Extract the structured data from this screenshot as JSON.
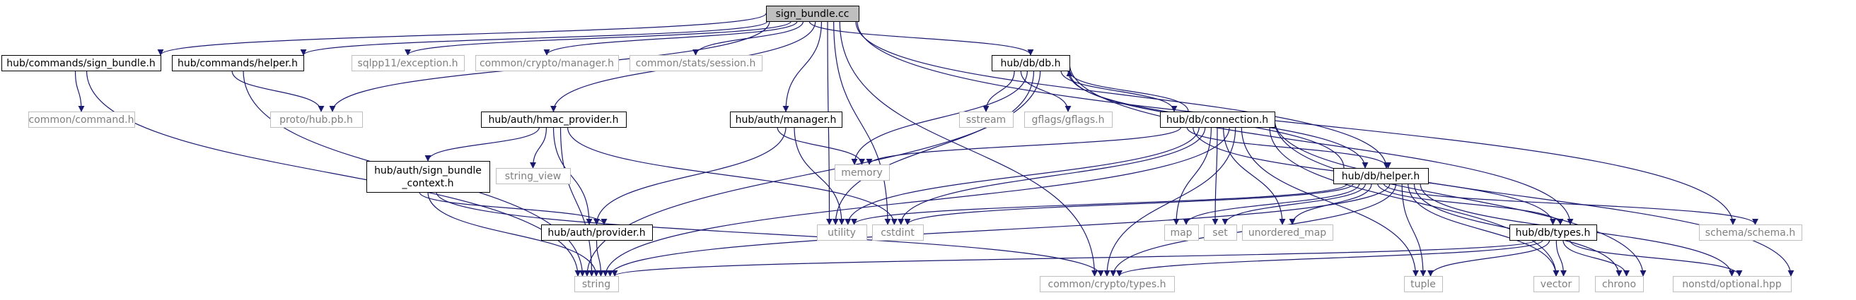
{
  "colors": {
    "edge": "#191970",
    "root_fill": "#bfbfbf",
    "local_border": "#000000",
    "external_border": "#bfbfbf",
    "external_text": "#7f7f7f"
  },
  "nodes": [
    {
      "id": "sign_bundle_cc",
      "lines": [
        "sign_bundle.cc"
      ],
      "kind": "root"
    },
    {
      "id": "hub_commands_sign_bundle_h",
      "lines": [
        "hub/commands/sign_bundle.h"
      ],
      "kind": "local"
    },
    {
      "id": "hub_commands_helper_h",
      "lines": [
        "hub/commands/helper.h"
      ],
      "kind": "local"
    },
    {
      "id": "proto_hub_pb_h",
      "lines": [
        "proto/hub.pb.h"
      ],
      "kind": "external"
    },
    {
      "id": "sqlpp11_exception_h",
      "lines": [
        "sqlpp11/exception.h"
      ],
      "kind": "external"
    },
    {
      "id": "common_crypto_manager_h",
      "lines": [
        "common/crypto/manager.h"
      ],
      "kind": "external"
    },
    {
      "id": "common_stats_session_h",
      "lines": [
        "common/stats/session.h"
      ],
      "kind": "external"
    },
    {
      "id": "hub_db_db_h",
      "lines": [
        "hub/db/db.h"
      ],
      "kind": "local"
    },
    {
      "id": "common_command_h",
      "lines": [
        "common/command.h"
      ],
      "kind": "external"
    },
    {
      "id": "hub_auth_hmac_provider_h",
      "lines": [
        "hub/auth/hmac_provider.h"
      ],
      "kind": "local"
    },
    {
      "id": "hub_auth_manager_h",
      "lines": [
        "hub/auth/manager.h"
      ],
      "kind": "local"
    },
    {
      "id": "sstream",
      "lines": [
        "sstream"
      ],
      "kind": "external"
    },
    {
      "id": "gflags_gflags_h",
      "lines": [
        "gflags/gflags.h"
      ],
      "kind": "external"
    },
    {
      "id": "hub_db_connection_h",
      "lines": [
        "hub/db/connection.h"
      ],
      "kind": "local"
    },
    {
      "id": "memory",
      "lines": [
        "memory"
      ],
      "kind": "external"
    },
    {
      "id": "hub_auth_sign_bundle_context_h",
      "lines": [
        "hub/auth/sign_bundle",
        "_context.h"
      ],
      "kind": "local"
    },
    {
      "id": "string_view",
      "lines": [
        "string_view"
      ],
      "kind": "external"
    },
    {
      "id": "hub_db_helper_h",
      "lines": [
        "hub/db/helper.h"
      ],
      "kind": "local"
    },
    {
      "id": "hub_auth_provider_h",
      "lines": [
        "hub/auth/provider.h"
      ],
      "kind": "local"
    },
    {
      "id": "utility",
      "lines": [
        "utility"
      ],
      "kind": "external"
    },
    {
      "id": "cstdint",
      "lines": [
        "cstdint"
      ],
      "kind": "external"
    },
    {
      "id": "map",
      "lines": [
        "map"
      ],
      "kind": "external"
    },
    {
      "id": "set",
      "lines": [
        "set"
      ],
      "kind": "external"
    },
    {
      "id": "unordered_map",
      "lines": [
        "unordered_map"
      ],
      "kind": "external"
    },
    {
      "id": "hub_db_types_h",
      "lines": [
        "hub/db/types.h"
      ],
      "kind": "local"
    },
    {
      "id": "schema_schema_h",
      "lines": [
        "schema/schema.h"
      ],
      "kind": "external"
    },
    {
      "id": "string",
      "lines": [
        "string"
      ],
      "kind": "external"
    },
    {
      "id": "common_crypto_types_h",
      "lines": [
        "common/crypto/types.h"
      ],
      "kind": "external"
    },
    {
      "id": "tuple",
      "lines": [
        "tuple"
      ],
      "kind": "external"
    },
    {
      "id": "vector",
      "lines": [
        "vector"
      ],
      "kind": "external"
    },
    {
      "id": "chrono",
      "lines": [
        "chrono"
      ],
      "kind": "external"
    },
    {
      "id": "nonstd_optional_hpp",
      "lines": [
        "nonstd/optional.hpp"
      ],
      "kind": "external"
    }
  ],
  "edges": [
    [
      "sign_bundle_cc",
      "hub_commands_sign_bundle_h"
    ],
    [
      "sign_bundle_cc",
      "hub_commands_helper_h"
    ],
    [
      "sign_bundle_cc",
      "proto_hub_pb_h"
    ],
    [
      "sign_bundle_cc",
      "sqlpp11_exception_h"
    ],
    [
      "sign_bundle_cc",
      "common_crypto_manager_h"
    ],
    [
      "sign_bundle_cc",
      "common_stats_session_h"
    ],
    [
      "sign_bundle_cc",
      "hub_db_db_h"
    ],
    [
      "sign_bundle_cc",
      "hub_auth_hmac_provider_h"
    ],
    [
      "sign_bundle_cc",
      "hub_auth_manager_h"
    ],
    [
      "sign_bundle_cc",
      "utility"
    ],
    [
      "sign_bundle_cc",
      "cstdint"
    ],
    [
      "sign_bundle_cc",
      "common_crypto_types_h"
    ],
    [
      "sign_bundle_cc",
      "hub_db_helper_h"
    ],
    [
      "sign_bundle_cc",
      "schema_schema_h"
    ],
    [
      "hub_commands_sign_bundle_h",
      "common_command_h"
    ],
    [
      "hub_commands_sign_bundle_h",
      "string"
    ],
    [
      "hub_commands_helper_h",
      "proto_hub_pb_h"
    ],
    [
      "hub_commands_helper_h",
      "string"
    ],
    [
      "hub_db_db_h",
      "hub_db_connection_h"
    ],
    [
      "hub_db_db_h",
      "sstream"
    ],
    [
      "hub_db_db_h",
      "gflags_gflags_h"
    ],
    [
      "hub_db_db_h",
      "memory"
    ],
    [
      "hub_db_db_h",
      "utility"
    ],
    [
      "hub_db_db_h",
      "string"
    ],
    [
      "hub_db_db_h",
      "hub_db_types_h"
    ],
    [
      "hub_db_db_h",
      "hub_db_helper_h"
    ],
    [
      "hub_auth_hmac_provider_h",
      "hub_auth_sign_bundle_context_h"
    ],
    [
      "hub_auth_hmac_provider_h",
      "string_view"
    ],
    [
      "hub_auth_hmac_provider_h",
      "hub_auth_provider_h"
    ],
    [
      "hub_auth_hmac_provider_h",
      "string"
    ],
    [
      "hub_auth_hmac_provider_h",
      "cstdint"
    ],
    [
      "hub_auth_manager_h",
      "memory"
    ],
    [
      "hub_auth_manager_h",
      "hub_auth_provider_h"
    ],
    [
      "hub_auth_manager_h",
      "utility"
    ],
    [
      "hub_auth_sign_bundle_context_h",
      "hub_auth_provider_h"
    ],
    [
      "hub_auth_sign_bundle_context_h",
      "string"
    ],
    [
      "hub_auth_sign_bundle_context_h",
      "common_crypto_types_h"
    ],
    [
      "hub_auth_provider_h",
      "string"
    ],
    [
      "hub_db_connection_h",
      "hub_db_db_h"
    ],
    [
      "hub_db_connection_h",
      "memory"
    ],
    [
      "hub_db_connection_h",
      "hub_db_helper_h"
    ],
    [
      "hub_db_connection_h",
      "hub_db_types_h"
    ],
    [
      "hub_db_connection_h",
      "utility"
    ],
    [
      "hub_db_connection_h",
      "cstdint"
    ],
    [
      "hub_db_connection_h",
      "map"
    ],
    [
      "hub_db_connection_h",
      "set"
    ],
    [
      "hub_db_connection_h",
      "unordered_map"
    ],
    [
      "hub_db_connection_h",
      "string"
    ],
    [
      "hub_db_connection_h",
      "common_crypto_types_h"
    ],
    [
      "hub_db_connection_h",
      "tuple"
    ],
    [
      "hub_db_connection_h",
      "vector"
    ],
    [
      "hub_db_connection_h",
      "chrono"
    ],
    [
      "hub_db_connection_h",
      "nonstd_optional_hpp"
    ],
    [
      "hub_db_helper_h",
      "hub_db_db_h"
    ],
    [
      "hub_db_helper_h",
      "utility"
    ],
    [
      "hub_db_helper_h",
      "cstdint"
    ],
    [
      "hub_db_helper_h",
      "map"
    ],
    [
      "hub_db_helper_h",
      "set"
    ],
    [
      "hub_db_helper_h",
      "unordered_map"
    ],
    [
      "hub_db_helper_h",
      "hub_db_types_h"
    ],
    [
      "hub_db_helper_h",
      "schema_schema_h"
    ],
    [
      "hub_db_helper_h",
      "string"
    ],
    [
      "hub_db_helper_h",
      "common_crypto_types_h"
    ],
    [
      "hub_db_helper_h",
      "tuple"
    ],
    [
      "hub_db_helper_h",
      "vector"
    ],
    [
      "hub_db_helper_h",
      "chrono"
    ],
    [
      "hub_db_helper_h",
      "nonstd_optional_hpp"
    ],
    [
      "hub_db_types_h",
      "string"
    ],
    [
      "hub_db_types_h",
      "common_crypto_types_h"
    ],
    [
      "hub_db_types_h",
      "tuple"
    ],
    [
      "hub_db_types_h",
      "vector"
    ],
    [
      "hub_db_types_h",
      "chrono"
    ],
    [
      "hub_db_types_h",
      "nonstd_optional_hpp"
    ]
  ]
}
